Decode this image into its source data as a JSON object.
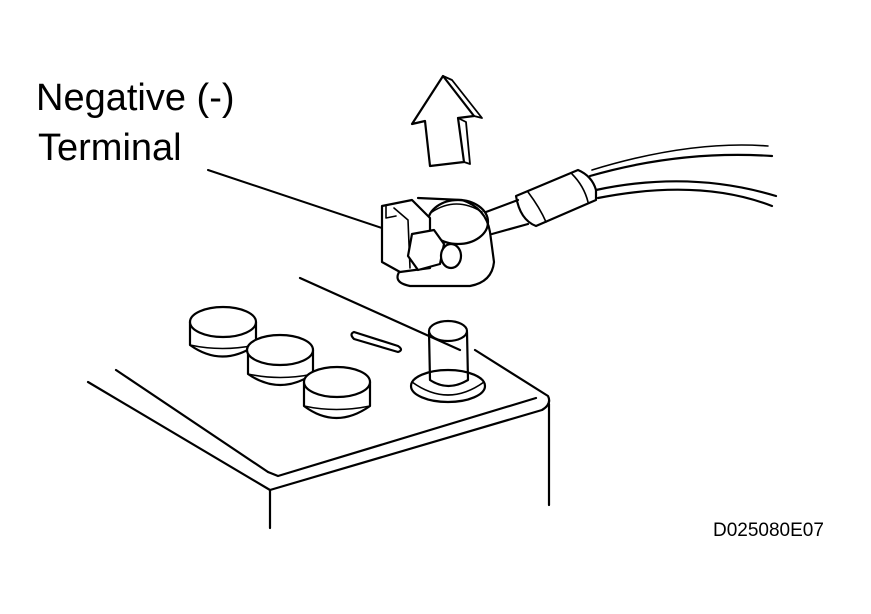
{
  "callout": {
    "line1": "Negative (-)",
    "line2": "Terminal"
  },
  "figure_code": "D025080E07",
  "icons": {
    "arrow": "up-arrow-icon",
    "battery": "battery-icon",
    "terminal": "battery-terminal-clamp-icon",
    "cable": "cable-icon"
  },
  "colors": {
    "ink": "#000000",
    "paper": "#ffffff"
  }
}
